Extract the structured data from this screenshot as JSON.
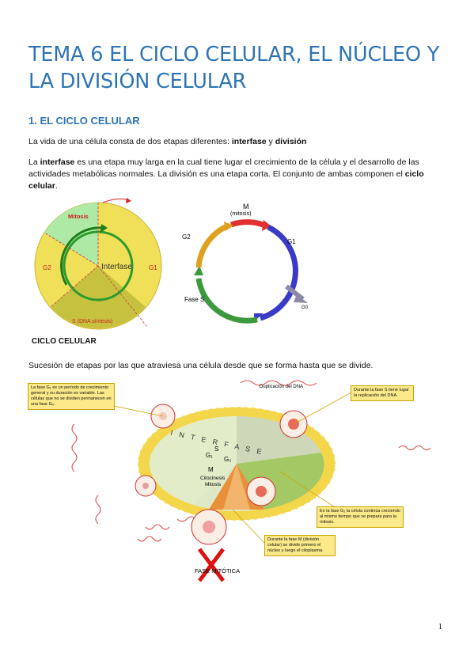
{
  "title": "TEMA 6   EL CICLO CELULAR, EL NÚCLEO Y LA DIVISIÓN CELULAR",
  "section": "1.  EL CICLO CELULAR",
  "para1": {
    "pre": "La vida de una célula consta de dos etapas diferentes: ",
    "b1": "interfase",
    "mid": " y ",
    "b2": "división"
  },
  "para2": {
    "t1": " La ",
    "b1": "interfase",
    "t2": " es una etapa muy larga en la cual tiene lugar el crecimiento de la célula y el desarrollo de las actividades metabólicas normales. La división es una etapa corta. El conjunto de ambas componen el ",
    "b2": "ciclo celular",
    "t3": "."
  },
  "fig1": {
    "mitosis": "Mitosis",
    "g2": "G2",
    "g1": "G1",
    "s": "S (DNA síntesis)",
    "center": "Interfase"
  },
  "fig2": {
    "m": "M",
    "m_sub": "(mitosis)",
    "g2": "G2",
    "g1": "G1",
    "g0": "G0",
    "s": "Fase  S"
  },
  "caption": "CICLO CELULAR",
  "para3": "Sucesión de etapas por las que atraviesa una célula desde que se forma hasta que se divide.",
  "fig3": {
    "box_g0": "La fase G₁ es un período de crecimiento general y su duración es variable. Las células que no se dividen permanecen en una fase G₀.",
    "dup": "Duplicación del DNA",
    "box_s": "Durante la fase S tiene lugar la replicación del DNA.",
    "interfase": "I N T E R F A S E",
    "g1": "G₁",
    "s": "S",
    "g2": "G₂",
    "m": "M",
    "cito": "Citocinesis",
    "mit": "Mitosis",
    "box_g2": "En la fase G₂ la célula continúa creciendo al mismo tiempo que se prepara para la mitosis.",
    "box_m": "Durante la fase M (división celular) se divide primero el núcleo y luego el citoplasma.",
    "fase": "FASE MITÓTICA"
  },
  "page": "1",
  "colors": {
    "heading": "#2e74b5",
    "arrow_red": "#e03030",
    "arrow_blue": "#3a3ac8",
    "arrow_green": "#3c9a3c",
    "arrow_orange": "#e0a020"
  }
}
